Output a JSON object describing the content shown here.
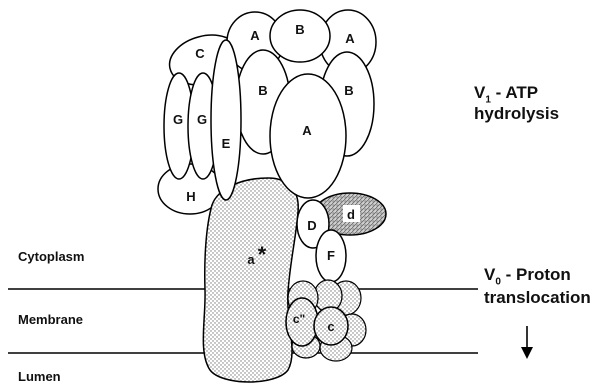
{
  "regions": {
    "cytoplasm": "Cytoplasm",
    "membrane": "Membrane",
    "lumen": "Lumen"
  },
  "sectors": {
    "v1": {
      "prefix": "V",
      "subscript": "1",
      "rest": " - ATP",
      "line2": "hydrolysis"
    },
    "v0": {
      "prefix": "V",
      "subscript": "0",
      "rest": " - Proton",
      "line2": "translocation"
    }
  },
  "subunits": {
    "c_top": "C",
    "a_left": "A",
    "b_top": "B",
    "a_right": "A",
    "b_left": "B",
    "b_right": "B",
    "a_center": "A",
    "g1": "G",
    "g2": "G",
    "e": "E",
    "h": "H",
    "a_star": "a",
    "star": "*",
    "d_upper": "D",
    "d_lower": "d",
    "f": "F",
    "c_double_prime": "c\"",
    "c_small": "c"
  },
  "arrow_symbol": "↓"
}
